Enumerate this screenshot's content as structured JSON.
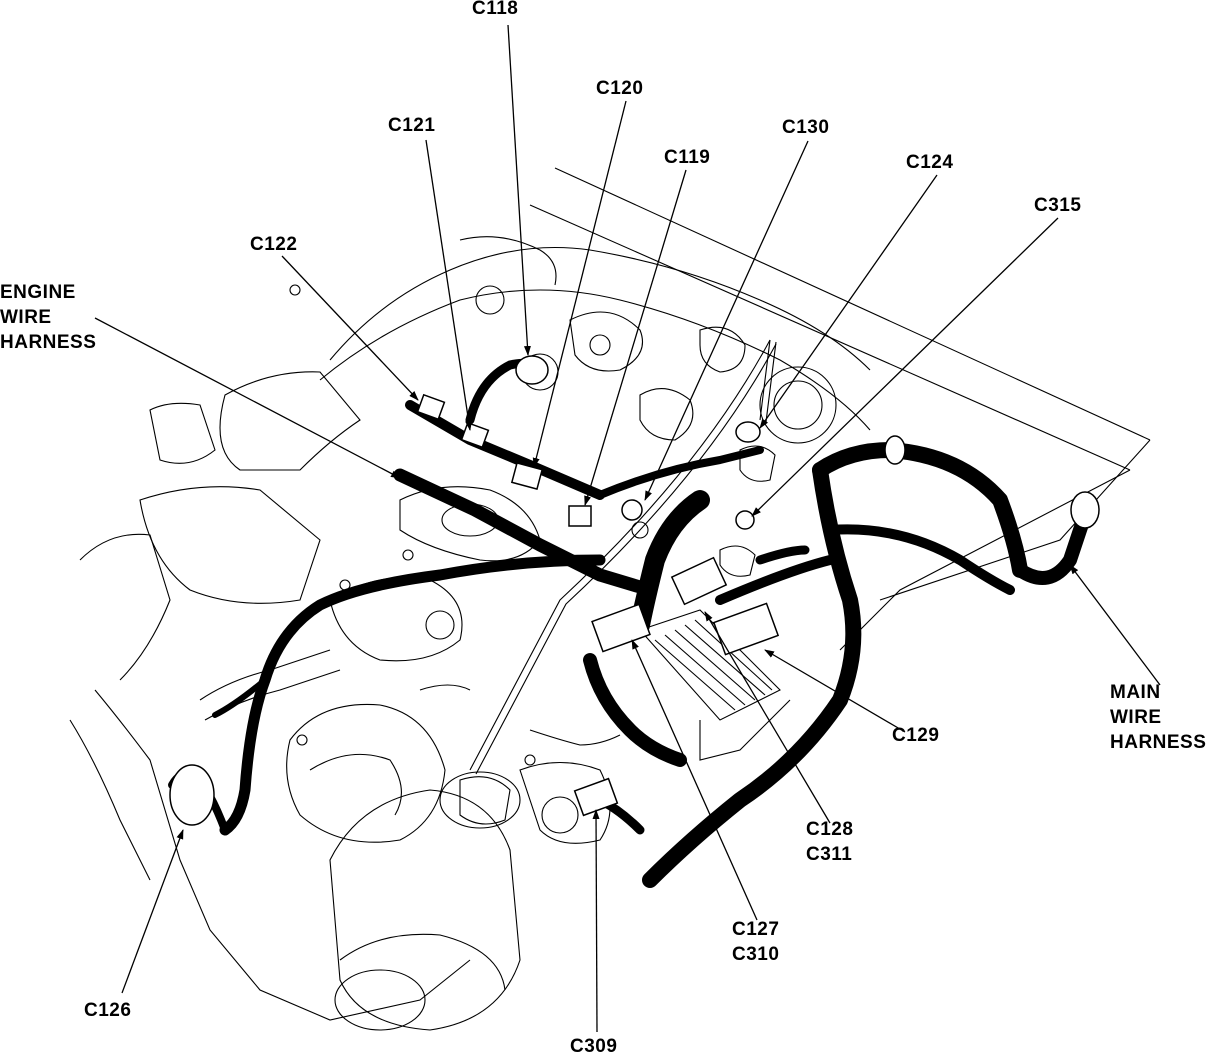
{
  "labels": {
    "c118": "C118",
    "c120": "C120",
    "c121": "C121",
    "c130": "C130",
    "c119": "C119",
    "c124": "C124",
    "c315": "C315",
    "c122": "C122",
    "engine_harness": "ENGINE\nWIRE\nHARNESS",
    "main_harness": "MAIN\nWIRE\nHARNESS",
    "c129": "C129",
    "c128": "C128\nC311",
    "c127": "C127\nC310",
    "c126": "C126",
    "c309": "C309"
  }
}
